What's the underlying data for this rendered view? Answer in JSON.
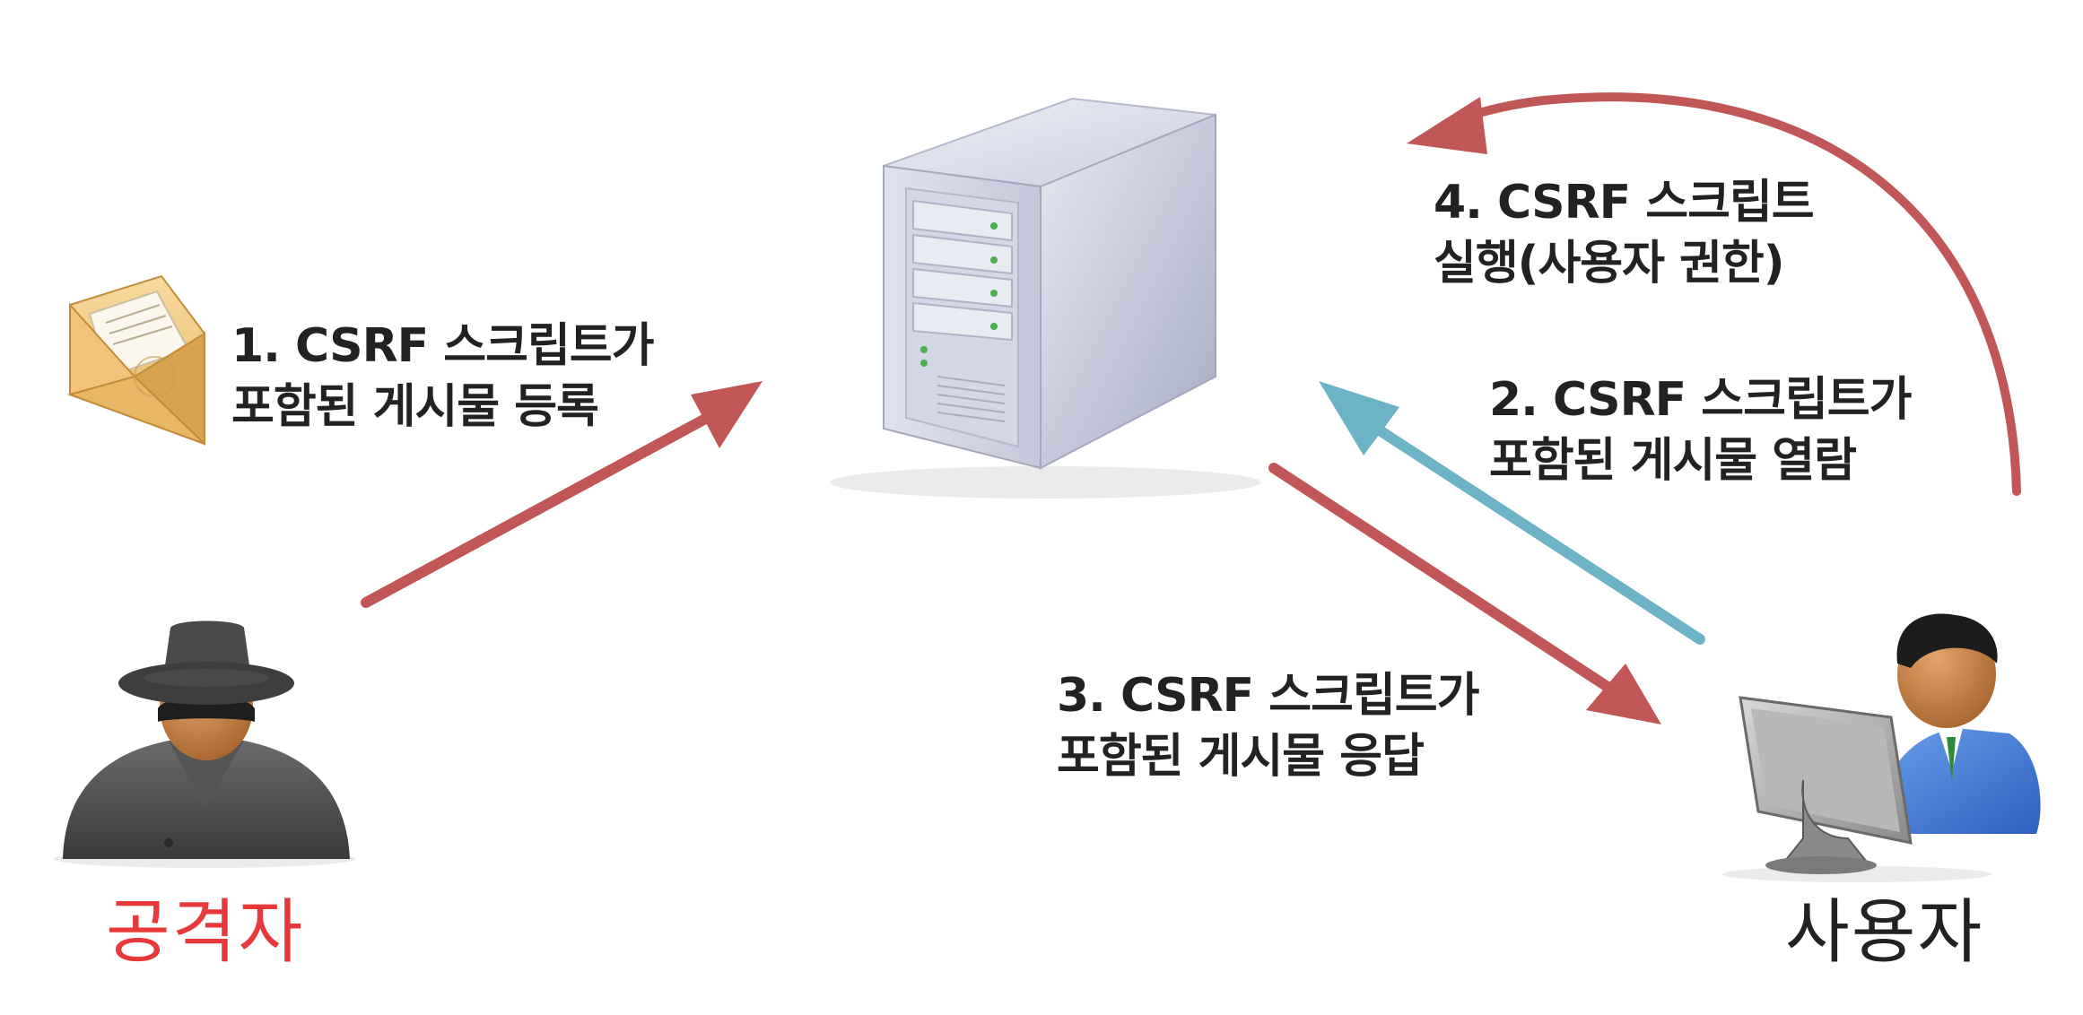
{
  "steps": {
    "step1": {
      "line1": "1. CSRF 스크립트가",
      "line2": "포함된 게시물 등록"
    },
    "step2": {
      "line1": "2. CSRF 스크립트가",
      "line2": "포함된 게시물 열람"
    },
    "step3": {
      "line1": "3. CSRF 스크립트가",
      "line2": "포함된 게시물 응답"
    },
    "step4": {
      "line1": "4. CSRF 스크립트",
      "line2": "실행(사용자 권한)"
    }
  },
  "actors": {
    "attacker": {
      "label": "공격자",
      "color": "#e8393a"
    },
    "user": {
      "label": "사용자",
      "color": "#222222"
    }
  },
  "colors": {
    "arrow_red": "#c05656",
    "arrow_blue": "#6db3c6"
  },
  "icons": [
    "envelope-icon",
    "server-icon",
    "hacker-icon",
    "user-computer-icon"
  ]
}
